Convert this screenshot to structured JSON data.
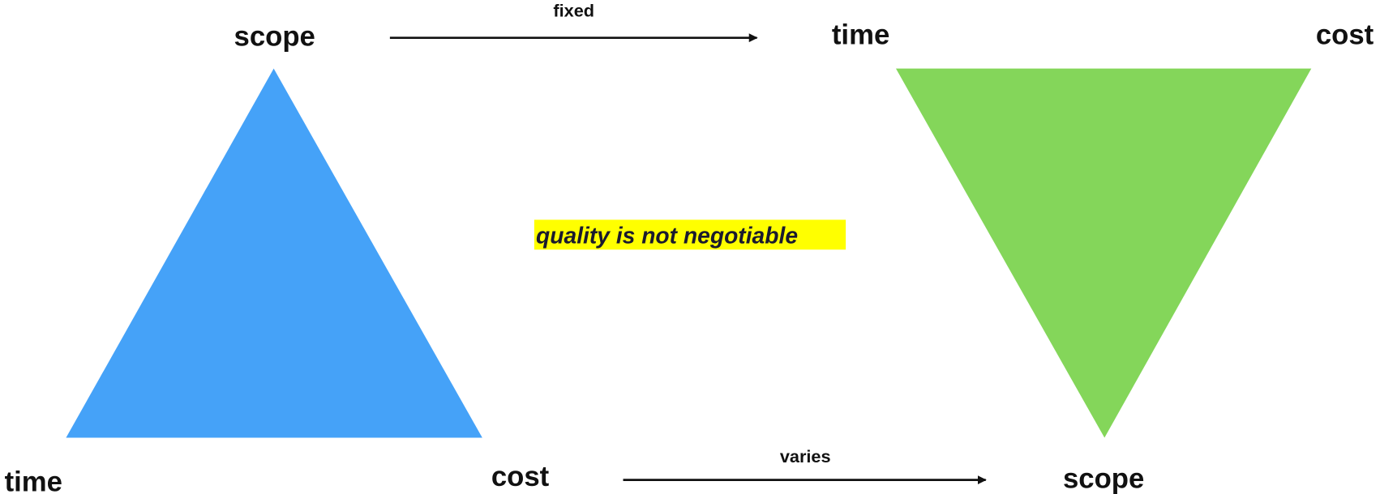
{
  "left_triangle": {
    "top": "scope",
    "bottom_left": "time",
    "bottom_right": "cost",
    "color": "#45A2F8"
  },
  "right_triangle": {
    "top_left": "time",
    "top_right": "cost",
    "bottom": "scope",
    "color": "#84D65A"
  },
  "arrows": {
    "top_label": "fixed",
    "bottom_label": "varies"
  },
  "note": {
    "text": "quality is not negotiable",
    "highlight": "#FFFF00"
  }
}
